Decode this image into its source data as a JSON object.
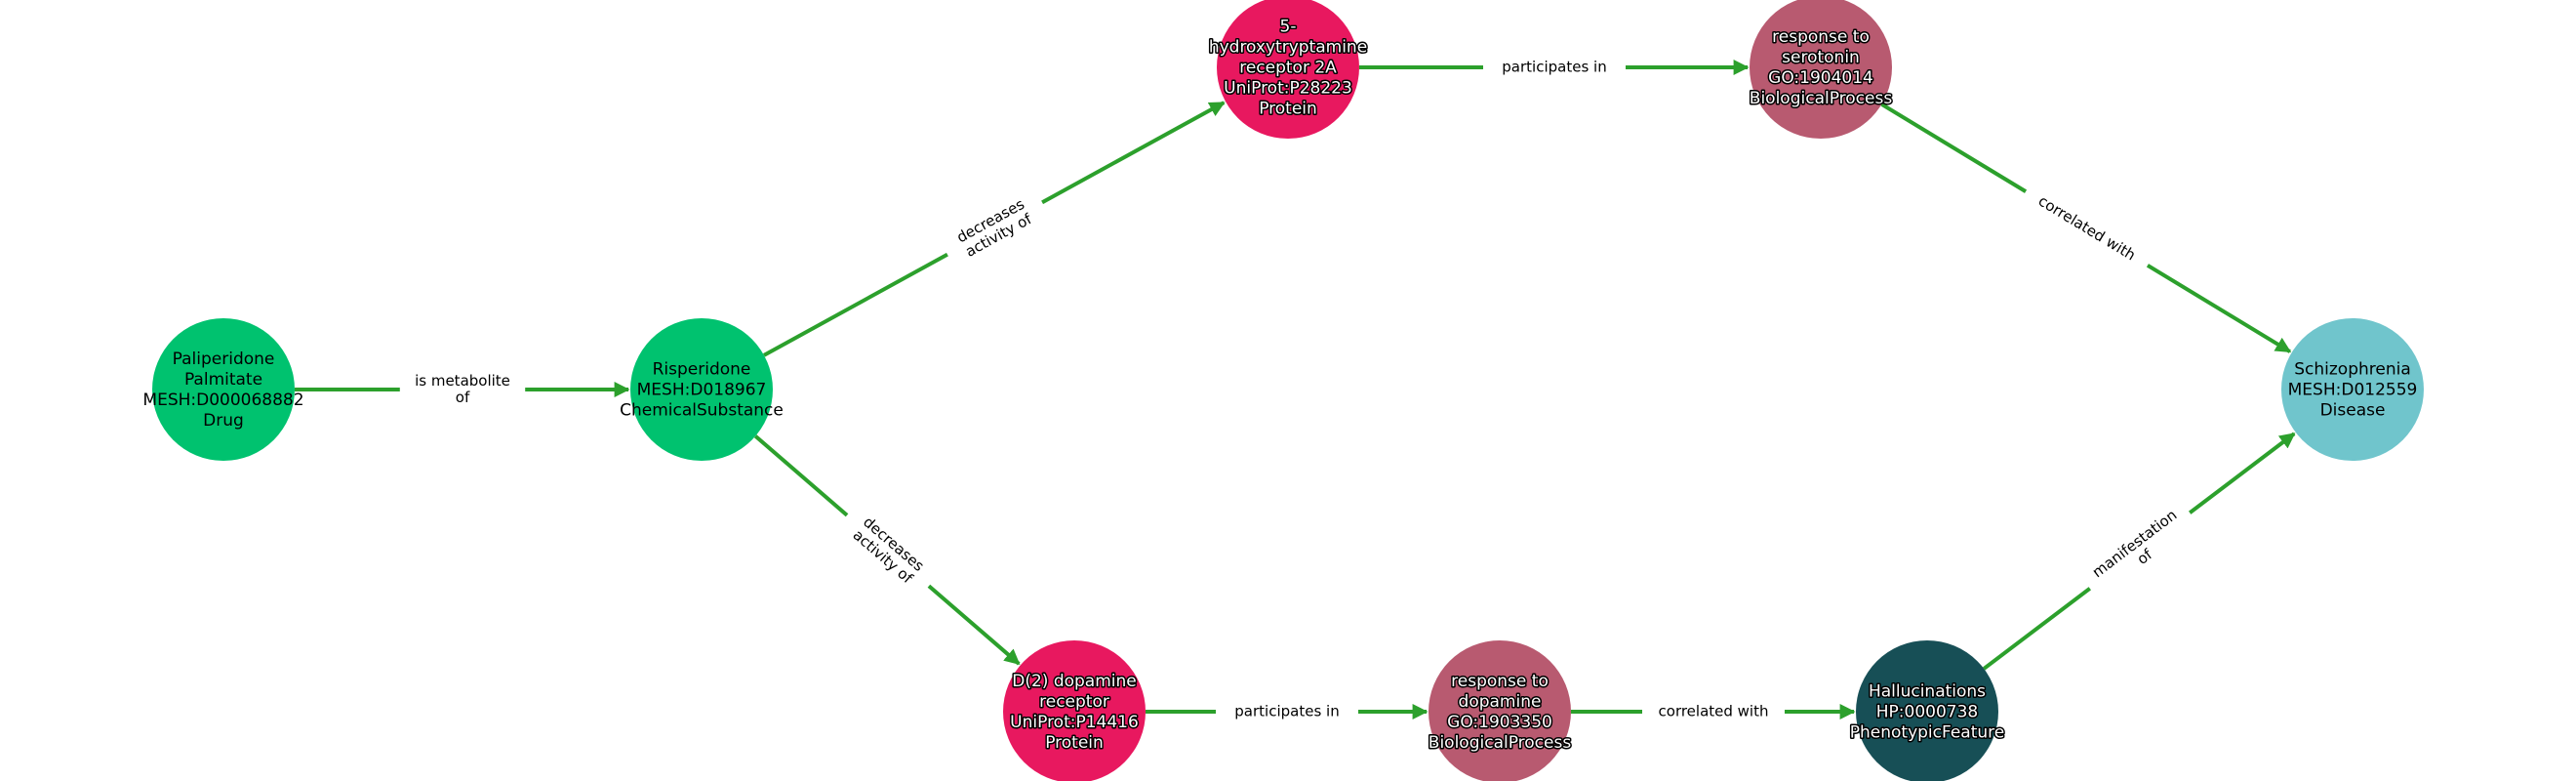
{
  "colors": {
    "edge": "#2ca02c",
    "Drug": "#00c26f",
    "ChemicalSubstance": "#00c26f",
    "Protein": "#e8185f",
    "BiologicalProcess": "#b85a70",
    "Disease": "#70c5cc",
    "PhenotypicFeature": "#174f56"
  },
  "nodes": [
    {
      "id": "paliperidone",
      "lines": [
        "Paliperidone",
        "Palmitate",
        "MESH:D000068882",
        "Drug"
      ],
      "type": "Drug",
      "text": "dark"
    },
    {
      "id": "risperidone",
      "lines": [
        "Risperidone",
        "MESH:D018967",
        "ChemicalSubstance"
      ],
      "type": "ChemicalSubstance",
      "text": "dark"
    },
    {
      "id": "htr2a",
      "lines": [
        "5-",
        "hydroxytryptamine",
        "receptor 2A",
        "UniProt:P28223",
        "Protein"
      ],
      "type": "Protein",
      "text": "light"
    },
    {
      "id": "serotonin",
      "lines": [
        "response to",
        "serotonin",
        "GO:1904014",
        "BiologicalProcess"
      ],
      "type": "BiologicalProcess",
      "text": "light"
    },
    {
      "id": "schizophrenia",
      "lines": [
        "Schizophrenia",
        "MESH:D012559",
        "Disease"
      ],
      "type": "Disease",
      "text": "dark"
    },
    {
      "id": "drd2",
      "lines": [
        "D(2) dopamine",
        "receptor",
        "UniProt:P14416",
        "Protein"
      ],
      "type": "Protein",
      "text": "light"
    },
    {
      "id": "dopamine",
      "lines": [
        "response to",
        "dopamine",
        "GO:1903350",
        "BiologicalProcess"
      ],
      "type": "BiologicalProcess",
      "text": "light"
    },
    {
      "id": "hallucinations",
      "lines": [
        "Hallucinations",
        "HP:0000738",
        "PhenotypicFeature"
      ],
      "type": "PhenotypicFeature",
      "text": "light"
    }
  ],
  "edges": [
    {
      "from": "paliperidone",
      "to": "risperidone",
      "lines": [
        "is metabolite",
        "of"
      ]
    },
    {
      "from": "risperidone",
      "to": "htr2a",
      "lines": [
        "decreases",
        "activity of"
      ]
    },
    {
      "from": "risperidone",
      "to": "drd2",
      "lines": [
        "decreases",
        "activity of"
      ]
    },
    {
      "from": "htr2a",
      "to": "serotonin",
      "lines": [
        "participates in"
      ]
    },
    {
      "from": "serotonin",
      "to": "schizophrenia",
      "lines": [
        "correlated with"
      ]
    },
    {
      "from": "drd2",
      "to": "dopamine",
      "lines": [
        "participates in"
      ]
    },
    {
      "from": "dopamine",
      "to": "hallucinations",
      "lines": [
        "correlated with"
      ]
    },
    {
      "from": "hallucinations",
      "to": "schizophrenia",
      "lines": [
        "manifestation",
        "of"
      ]
    }
  ]
}
